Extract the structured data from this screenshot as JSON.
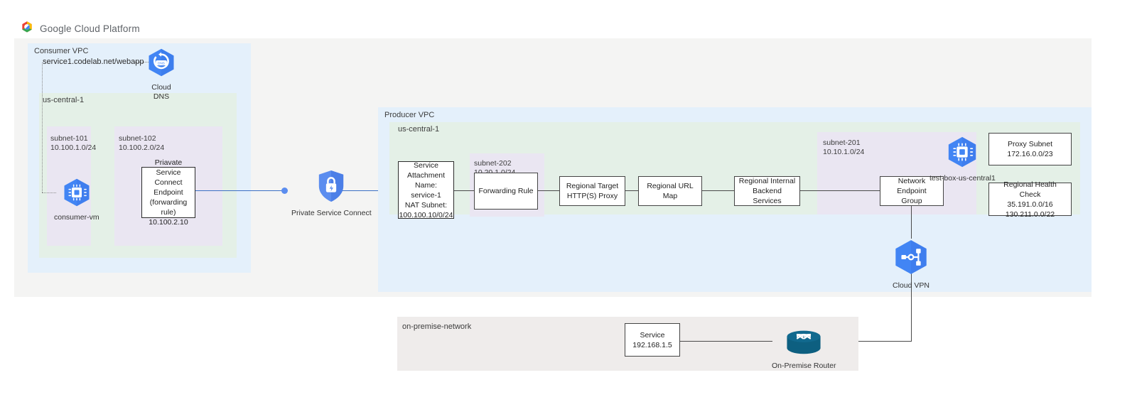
{
  "header": {
    "brand": "Google Cloud Platform",
    "logo_icon": "google-cloud-logo"
  },
  "consumer": {
    "vpc_label": "Consumer VPC",
    "region_label": "us-central-1",
    "dns_record": "service1.codelab.net/webapp",
    "dns_node": {
      "icon": "cloud-dns-icon",
      "label": "Cloud\nDNS"
    },
    "subnets": [
      {
        "name": "subnet-101",
        "cidr": "10.100.1.0/24"
      },
      {
        "name": "subnet-102",
        "cidr": "10.100.2.0/24"
      }
    ],
    "vm": {
      "icon": "compute-engine-vm-icon",
      "label": "consumer-vm"
    },
    "psc_endpoint": {
      "line1": "Priavate Service",
      "line2": "Connect Endpoint",
      "line3": "(forwarding rule)",
      "line4": "10.100.2.10"
    }
  },
  "psc": {
    "icon": "private-service-connect-icon",
    "label": "Private Service Connect"
  },
  "producer": {
    "vpc_label": "Producer VPC",
    "region_label": "us-central-1",
    "service_attachment": {
      "line1": "Service",
      "line2": "Attachment",
      "line3": "Name: service-1",
      "line4": "NAT Subnet:",
      "line5": "100.100.10/0/24"
    },
    "subnet_202": {
      "name": "subnet-202",
      "cidr": "10.20.1.0/24"
    },
    "subnet_201": {
      "name": "subnet-201",
      "cidr": "10.10.1.0/24"
    },
    "chain": [
      {
        "label": "Forwarding Rule"
      },
      {
        "line1": "Regional Target",
        "line2": "HTTP(S) Proxy"
      },
      {
        "label": "Regional URL Map"
      },
      {
        "line1": "Regional Internal",
        "line2": "Backend Services"
      },
      {
        "line1": "Network Endpoint",
        "line2": "Group"
      }
    ],
    "test_box": {
      "icon": "compute-engine-vm-icon",
      "label": "test-box-us-central1"
    },
    "proxy_subnet": {
      "line1": "Proxy Subnet",
      "line2": "172.16.0.0/23"
    },
    "health_check": {
      "line1": "Regional Health Check",
      "line2": "35.191.0.0/16",
      "line3": "130.211.0.0/22"
    },
    "cloud_vpn": {
      "icon": "cloud-vpn-icon",
      "label": "Cloud VPN"
    }
  },
  "onprem": {
    "network_label": "on-premise-network",
    "service": {
      "line1": "Service",
      "line2": "192.168.1.5"
    },
    "router": {
      "icon": "on-premise-router-icon",
      "label": "On-Premise Router"
    }
  },
  "colors": {
    "vpc_blue": "#e4f0fb",
    "region_green": "#e4f0e7",
    "subnet_purple": "#eae6f2",
    "outer_gray": "#f4f4f3",
    "onprem_gray": "#efeceb",
    "gcp_blue": "#4285f4",
    "link_blue": "#3b6fc4",
    "router_teal": "#11698e"
  }
}
